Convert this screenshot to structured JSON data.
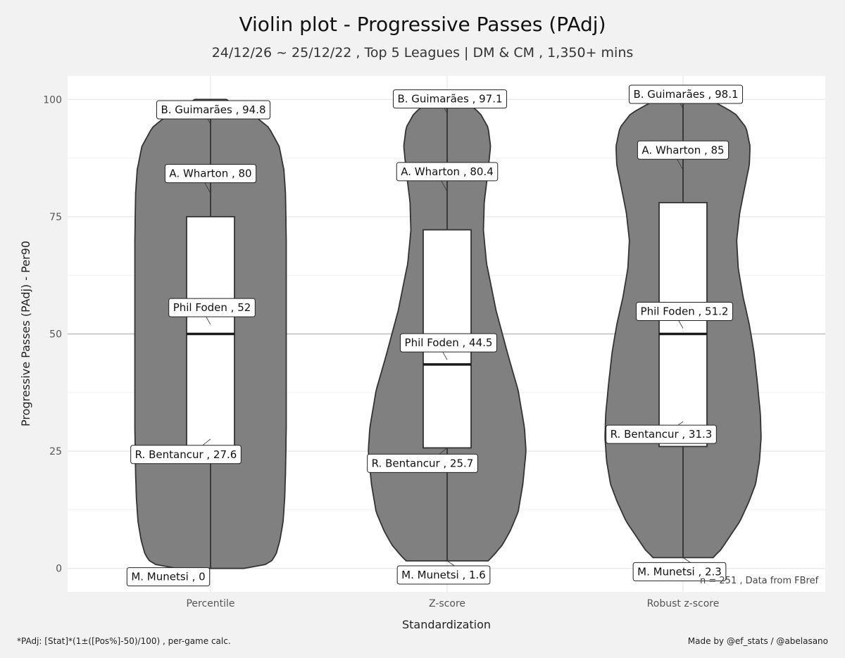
{
  "title": "Violin plot -  Progressive Passes (PAdj)",
  "subtitle": "24/12/26 ~ 25/12/22 , Top 5 Leagues | DM & CM , 1,350+ mins",
  "footnote_left": "*PAdj: [Stat]*(1±([Pos%]-50)/100) , per-game calc.",
  "footnote_right": "Made by @ef_stats / @abelasano",
  "note": "n =  251  , Data from  FBref",
  "colors": {
    "violin_fill": "#808080",
    "violin_stroke": "#333333",
    "box_fill": "#ffffff",
    "panel_bg": "#ffffff",
    "page_bg": "#f2f2f3",
    "grid": "#e6e6e6",
    "refline": "#bdbdbd"
  },
  "chart_data": {
    "type": "violin",
    "xlabel": "Standardization",
    "ylabel": "Progressive Passes (PAdj)  -  Per90",
    "ylim": [
      -5,
      105
    ],
    "yticks": [
      0,
      25,
      50,
      75,
      100
    ],
    "reference_line": 50,
    "grid": true,
    "categories": [
      "Percentile",
      "Z-score",
      "Robust z-score"
    ],
    "groups": [
      {
        "name": "Percentile",
        "range": [
          0,
          100
        ],
        "box": {
          "q1": 25,
          "median": 50,
          "q3": 75
        },
        "density_profile": [
          [
            0,
            0.42
          ],
          [
            1,
            0.75
          ],
          [
            3,
            0.83
          ],
          [
            6,
            0.88
          ],
          [
            10,
            0.92
          ],
          [
            15,
            0.94
          ],
          [
            20,
            0.95
          ],
          [
            30,
            0.96
          ],
          [
            50,
            0.96
          ],
          [
            70,
            0.96
          ],
          [
            80,
            0.95
          ],
          [
            85,
            0.93
          ],
          [
            90,
            0.87
          ],
          [
            94,
            0.74
          ],
          [
            97,
            0.52
          ],
          [
            99,
            0.3
          ],
          [
            100,
            0.2
          ]
        ],
        "annotations": [
          {
            "label": "B. Guimarães , 94.8",
            "value": 94.8
          },
          {
            "label": "A. Wharton , 80",
            "value": 80
          },
          {
            "label": "Phil Foden , 52",
            "value": 52
          },
          {
            "label": "R. Bentancur , 27.6",
            "value": 27.6
          },
          {
            "label": "M. Munetsi , 0",
            "value": 0
          }
        ]
      },
      {
        "name": "Z-score",
        "range": [
          1.6,
          100
        ],
        "box": {
          "q1": 25.7,
          "median": 43.5,
          "q3": 72.2
        },
        "density_profile": [
          [
            1.6,
            0.52
          ],
          [
            3,
            0.6
          ],
          [
            5,
            0.7
          ],
          [
            8,
            0.8
          ],
          [
            12,
            0.9
          ],
          [
            18,
            0.96
          ],
          [
            25,
            1.0
          ],
          [
            30,
            0.98
          ],
          [
            38,
            0.9
          ],
          [
            45,
            0.78
          ],
          [
            55,
            0.62
          ],
          [
            65,
            0.5
          ],
          [
            72,
            0.46
          ],
          [
            78,
            0.47
          ],
          [
            85,
            0.52
          ],
          [
            90,
            0.55
          ],
          [
            94,
            0.52
          ],
          [
            97,
            0.42
          ],
          [
            99,
            0.28
          ],
          [
            100,
            0.15
          ]
        ],
        "annotations": [
          {
            "label": "B. Guimarães , 97.1",
            "value": 97.1
          },
          {
            "label": "A. Wharton , 80.4",
            "value": 80.4
          },
          {
            "label": "Phil Foden , 44.5",
            "value": 44.5
          },
          {
            "label": "R. Bentancur , 25.7",
            "value": 25.7
          },
          {
            "label": "M. Munetsi , 1.6",
            "value": 1.6
          }
        ]
      },
      {
        "name": "Robust z-score",
        "range": [
          2.3,
          100
        ],
        "box": {
          "q1": 26,
          "median": 50,
          "q3": 78
        },
        "density_profile": [
          [
            2.3,
            0.38
          ],
          [
            4,
            0.48
          ],
          [
            7,
            0.6
          ],
          [
            10,
            0.72
          ],
          [
            14,
            0.83
          ],
          [
            18,
            0.92
          ],
          [
            23,
            0.97
          ],
          [
            28,
            0.99
          ],
          [
            33,
            0.98
          ],
          [
            40,
            0.94
          ],
          [
            46,
            0.9
          ],
          [
            52,
            0.84
          ],
          [
            58,
            0.76
          ],
          [
            64,
            0.7
          ],
          [
            70,
            0.68
          ],
          [
            76,
            0.72
          ],
          [
            81,
            0.78
          ],
          [
            86,
            0.84
          ],
          [
            90,
            0.85
          ],
          [
            94,
            0.8
          ],
          [
            97,
            0.66
          ],
          [
            99,
            0.45
          ],
          [
            100,
            0.32
          ]
        ],
        "annotations": [
          {
            "label": "B. Guimarães , 98.1",
            "value": 98.1
          },
          {
            "label": "A. Wharton , 85",
            "value": 85
          },
          {
            "label": "Phil Foden , 51.2",
            "value": 51.2
          },
          {
            "label": "R. Bentancur , 31.3",
            "value": 31.3
          },
          {
            "label": "M. Munetsi , 2.3",
            "value": 2.3
          }
        ]
      }
    ]
  }
}
